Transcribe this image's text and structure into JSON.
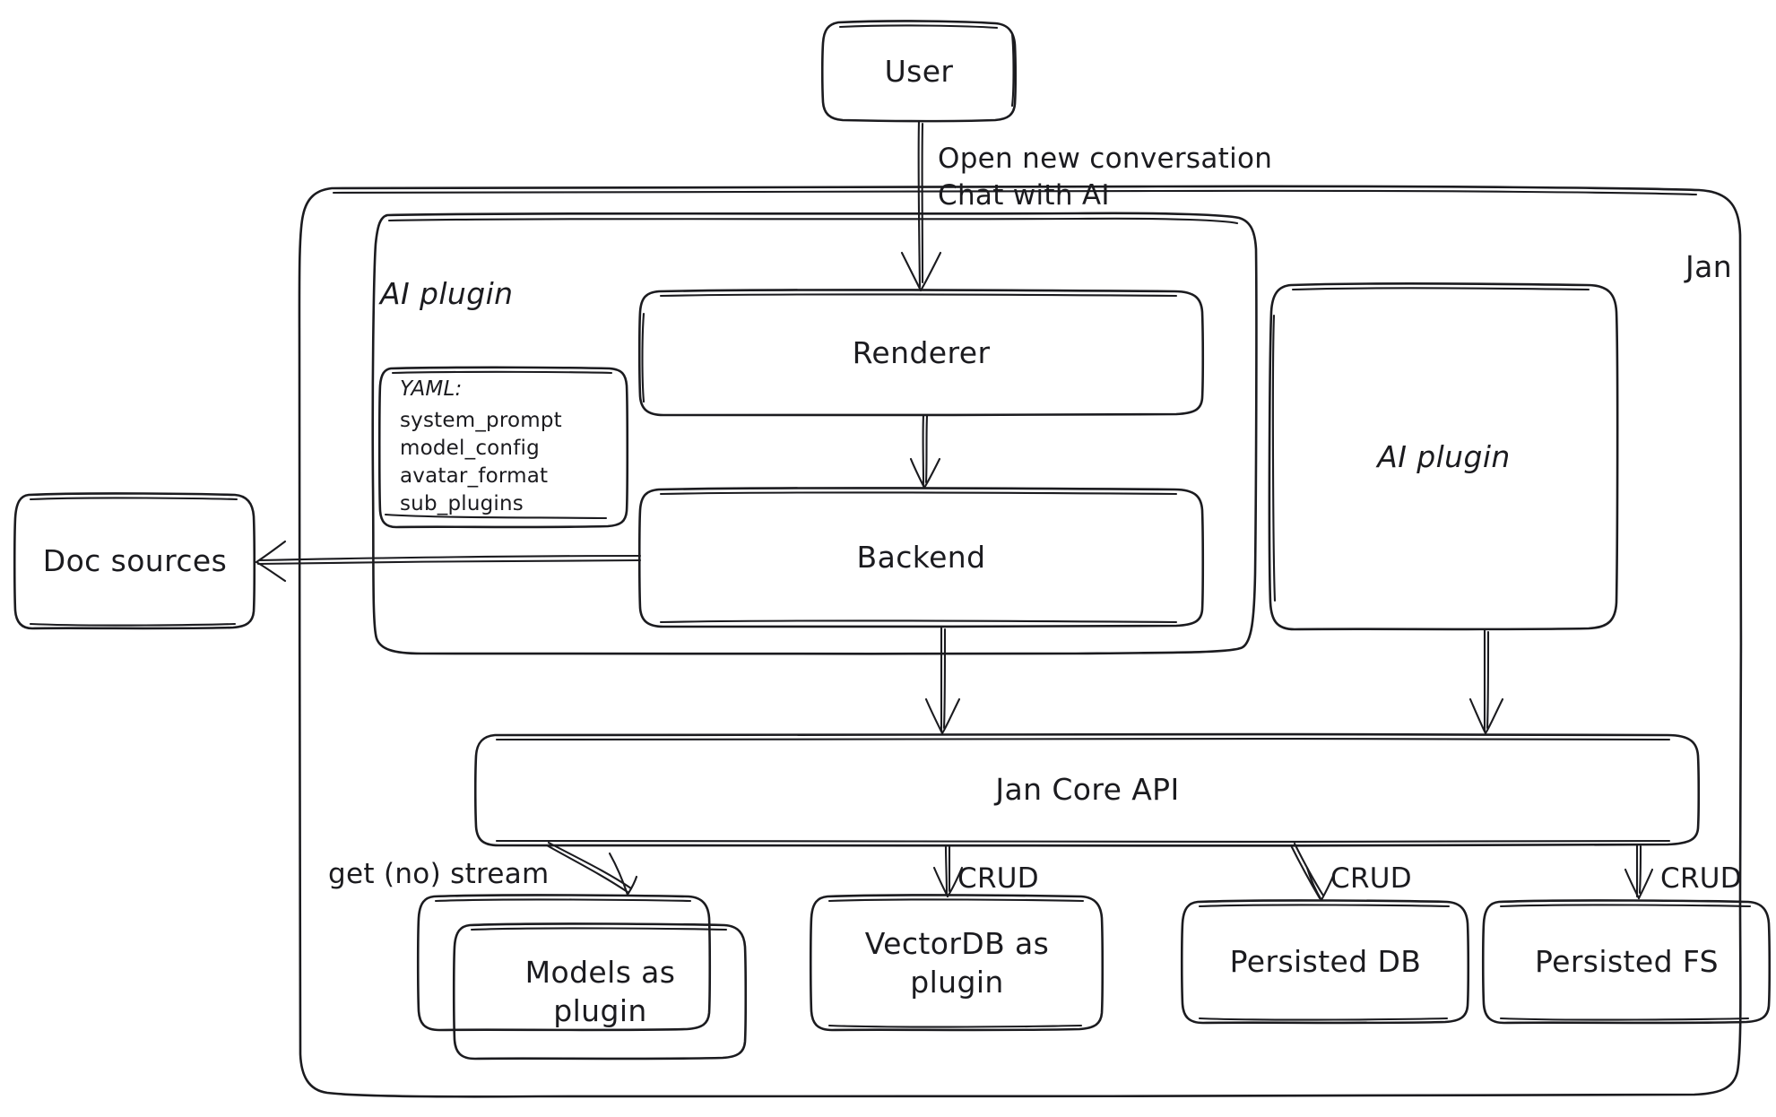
{
  "diagram": {
    "title_region": "Jan architecture sketch",
    "style": "hand-drawn",
    "stroke_color": "#1b1b1f",
    "background_color": "#ffffff"
  },
  "groups": [
    {
      "id": "jan",
      "label": "Jan"
    },
    {
      "id": "ai-plugin-group",
      "label": "AI plugin"
    }
  ],
  "nodes": [
    {
      "id": "user",
      "label": "User"
    },
    {
      "id": "renderer",
      "label": "Renderer"
    },
    {
      "id": "backend",
      "label": "Backend"
    },
    {
      "id": "ai-plugin-right",
      "label": "AI plugin"
    },
    {
      "id": "doc-sources",
      "label": "Doc sources"
    },
    {
      "id": "jan-core-api",
      "label": "Jan Core API"
    },
    {
      "id": "models-as-plugin",
      "label": "Models as\nplugin"
    },
    {
      "id": "vectordb-as-plugin",
      "label": "VectorDB as\nplugin"
    },
    {
      "id": "persisted-db",
      "label": "Persisted DB"
    },
    {
      "id": "persisted-fs",
      "label": "Persisted FS"
    }
  ],
  "yaml_card": {
    "title": "YAML:",
    "keys": [
      "system_prompt",
      "model_config",
      "avatar_format",
      "sub_plugins"
    ]
  },
  "edges": [
    {
      "id": "user-to-renderer",
      "from": "user",
      "to": "renderer",
      "label": "Open new conversation\nChat with AI"
    },
    {
      "id": "renderer-to-backend",
      "from": "renderer",
      "to": "backend",
      "label": ""
    },
    {
      "id": "backend-to-doc-sources",
      "from": "backend",
      "to": "doc-sources",
      "label": ""
    },
    {
      "id": "backend-to-core-api",
      "from": "backend",
      "to": "jan-core-api",
      "label": ""
    },
    {
      "id": "ai-plugin-to-core-api",
      "from": "ai-plugin-right",
      "to": "jan-core-api",
      "label": ""
    },
    {
      "id": "core-api-to-models",
      "from": "jan-core-api",
      "to": "models-as-plugin",
      "label": "get (no) stream"
    },
    {
      "id": "core-api-to-vectordb",
      "from": "jan-core-api",
      "to": "vectordb-as-plugin",
      "label": "CRUD"
    },
    {
      "id": "core-api-to-persisted-db",
      "from": "jan-core-api",
      "to": "persisted-db",
      "label": "CRUD"
    },
    {
      "id": "core-api-to-persisted-fs",
      "from": "jan-core-api",
      "to": "persisted-fs",
      "label": "CRUD"
    }
  ]
}
